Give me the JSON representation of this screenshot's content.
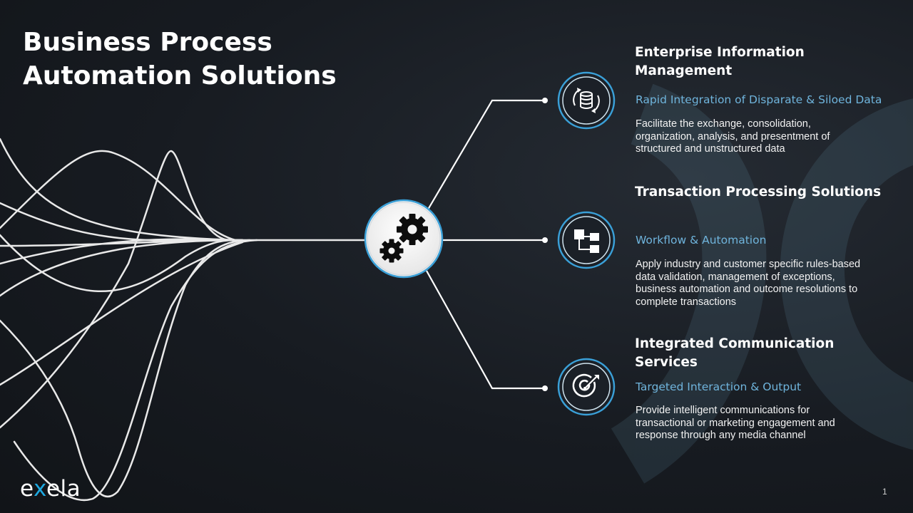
{
  "slide": {
    "title": "Business Process Automation Solutions",
    "page_number": "1",
    "logo": {
      "text": "exela",
      "accent_color": "#1ea8e0"
    }
  },
  "hub": {
    "icon": "gears-icon"
  },
  "services": [
    {
      "heading": "Enterprise Information Management",
      "subheading": "Rapid Integration of Disparate & Siloed Data",
      "description": "Facilitate the exchange, consolidation, organization, analysis, and presentment of structured and unstructured data",
      "icon": "database-sync-icon"
    },
    {
      "heading": "Transaction Processing Solutions",
      "subheading": "Workflow & Automation",
      "description": "Apply industry and customer specific rules-based data validation, management of exceptions, business automation and outcome resolutions to complete transactions",
      "icon": "workflow-icon"
    },
    {
      "heading": "Integrated Communication Services",
      "subheading": "Targeted Interaction & Output",
      "description": "Provide intelligent communications for transactional or marketing engagement and response through any media channel",
      "icon": "target-icon"
    }
  ],
  "colors": {
    "background": "#171b21",
    "accent_blue": "#3aa0d8",
    "subheading_blue": "#6fb4dc",
    "text": "#ffffff"
  }
}
